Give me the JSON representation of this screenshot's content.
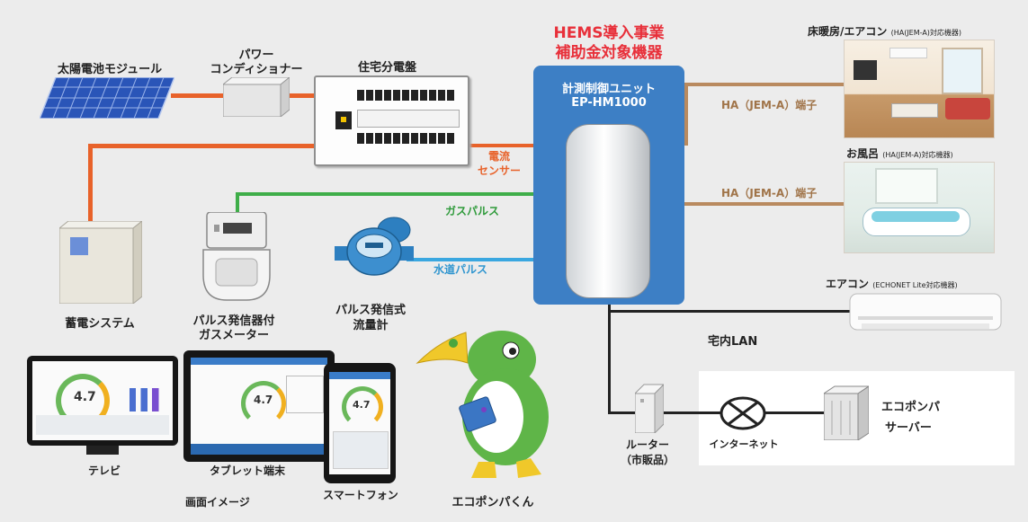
{
  "hems": {
    "title_line1": "HEMS導入事業",
    "title_line2": "補助金対象機器",
    "unit_name": "計測制御ユニット",
    "model": "EP-HM1000"
  },
  "devices": {
    "solar": "太陽電池モジュール",
    "power_conditioner_1": "パワー",
    "power_conditioner_2": "コンディショナー",
    "panel": "住宅分電盤",
    "storage": "蓄電システム",
    "gas_meter_1": "パルス発信器付",
    "gas_meter_2": "ガスメーター",
    "water_meter_1": "パルス発信式",
    "water_meter_2": "流量計",
    "floor_heating": "床暖房/エアコン",
    "floor_heating_note": "(HA(JEM-A)対応機器)",
    "bath": "お風呂",
    "bath_note": "(HA(JEM-A)対応機器)",
    "aircon": "エアコン",
    "aircon_note": "(ECHONET Lite対応機器)",
    "router_1": "ルーター",
    "router_2": "（市販品）",
    "internet": "インターネット",
    "server_1": "エコポンパ",
    "server_2": "サーバー",
    "tv": "テレビ",
    "tablet": "タブレット端末",
    "smartphone": "スマートフォン",
    "screen_image": "画面イメージ",
    "mascot": "エコポンパくん"
  },
  "connections": {
    "current_sensor_1": "電流",
    "current_sensor_2": "センサー",
    "gas_pulse": "ガスパルス",
    "water_pulse": "水道パルス",
    "ha_terminal_1": "HA（JEM-A）端子",
    "ha_terminal_2": "HA（JEM-A）端子",
    "home_lan": "宅内LAN"
  },
  "screens": {
    "gauge_value": "4.7"
  },
  "colors": {
    "power_line": "#e8622a",
    "gas_line": "#3fae49",
    "water_line": "#3aa7e0",
    "ha_line": "#b98a5f",
    "hems_box": "#3d7fc5",
    "hems_title": "#e8303a"
  }
}
